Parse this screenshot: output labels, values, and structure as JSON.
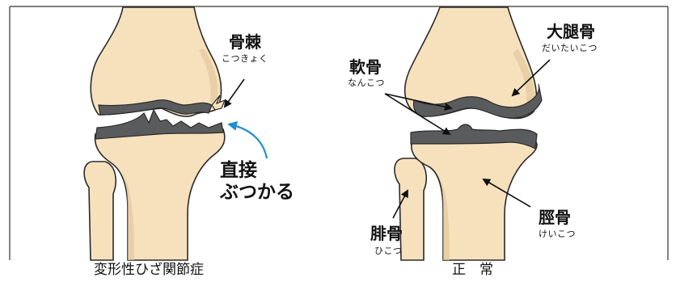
{
  "labels": {
    "osteophyte": "骨棘",
    "osteophyte_reading": "こつきょく",
    "direct_contact": [
      "直接",
      "ぶつかる"
    ],
    "cartilage": "軟骨",
    "cartilage_reading": "なんこつ",
    "femur": "大腿骨",
    "femur_reading": "だいたいこつ",
    "tibia": "脛骨",
    "tibia_reading": "けいこつ",
    "fibula": "腓骨",
    "fibula_reading": "ひこつ"
  },
  "captions": {
    "left": "変形性ひざ関節症",
    "right": "正　常"
  },
  "colors": {
    "bone_fill": "#f7e1bd",
    "bone_outline": "#2a2a2a",
    "bone_shadow": "#e3c89b",
    "cartilage": "#5a5b5d",
    "arrow_black": "#111111",
    "arrow_blue": "#1e8fd2",
    "frame": "#333333"
  }
}
